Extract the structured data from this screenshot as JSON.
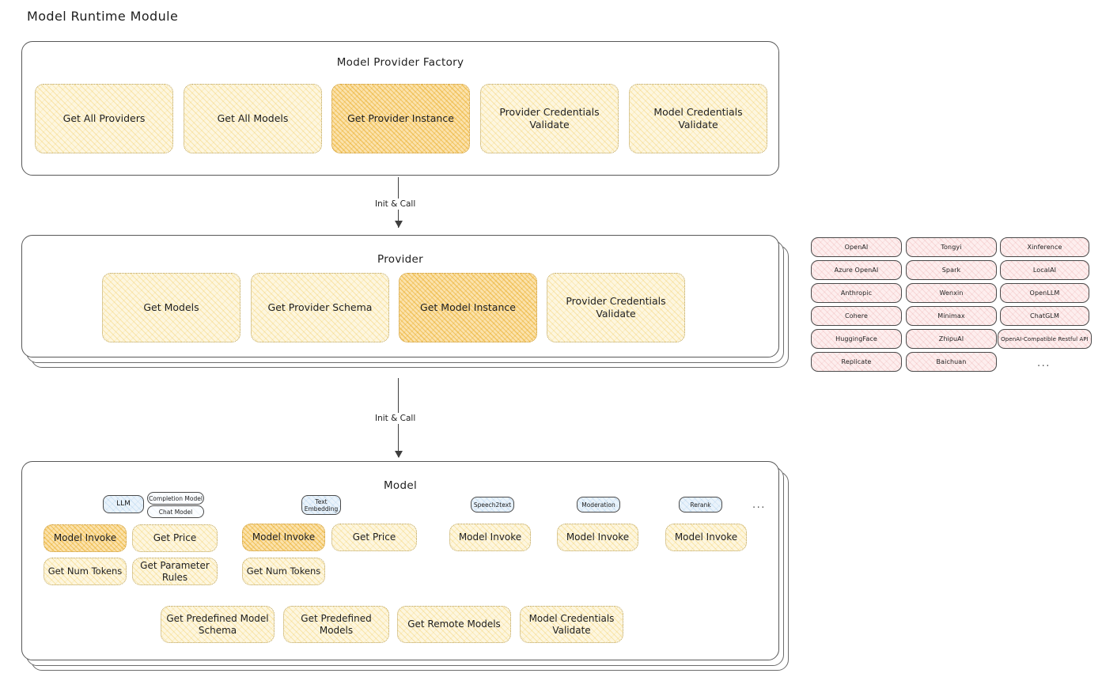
{
  "page": {
    "title": "Model Runtime Module"
  },
  "factory": {
    "title": "Model Provider Factory",
    "ops": [
      {
        "label": "Get All Providers",
        "highlight": false
      },
      {
        "label": "Get All Models",
        "highlight": false
      },
      {
        "label": "Get Provider Instance",
        "highlight": true
      },
      {
        "label": "Provider Credentials Validate",
        "highlight": false
      },
      {
        "label": "Model Credentials Validate",
        "highlight": false
      }
    ]
  },
  "arrows": [
    {
      "label": "Init & Call"
    },
    {
      "label": "Init & Call"
    }
  ],
  "provider": {
    "title": "Provider",
    "ops": [
      {
        "label": "Get Models",
        "highlight": false
      },
      {
        "label": "Get Provider Schema",
        "highlight": false
      },
      {
        "label": "Get Model Instance",
        "highlight": true
      },
      {
        "label": "Provider Credentials Validate",
        "highlight": false
      }
    ]
  },
  "provider_list": {
    "columns": [
      [
        "OpenAI",
        "Azure OpenAI",
        "Anthropic",
        "Cohere",
        "HuggingFace",
        "Replicate"
      ],
      [
        "Tongyi",
        "Spark",
        "Wenxin",
        "Minimax",
        "ZhipuAI",
        "Baichuan"
      ],
      [
        "Xinference",
        "LocalAI",
        "OpenLLM",
        "ChatGLM",
        "OpenAI-Compatible Restful API"
      ]
    ],
    "more": "..."
  },
  "model": {
    "title": "Model",
    "more": "...",
    "types": [
      {
        "name": "LLM",
        "subtypes": [
          "Completion Model",
          "Chat Model"
        ],
        "ops": [
          {
            "label": "Model Invoke",
            "highlight": true
          },
          {
            "label": "Get Price",
            "highlight": false
          },
          {
            "label": "Get Num Tokens",
            "highlight": false
          },
          {
            "label": "Get Parameter Rules",
            "highlight": false
          }
        ]
      },
      {
        "name": "Text Embedding",
        "subtypes": [],
        "ops": [
          {
            "label": "Model Invoke",
            "highlight": true
          },
          {
            "label": "Get Price",
            "highlight": false
          },
          {
            "label": "Get Num Tokens",
            "highlight": false
          }
        ]
      },
      {
        "name": "Speech2text",
        "subtypes": [],
        "ops": [
          {
            "label": "Model Invoke",
            "highlight": false
          }
        ]
      },
      {
        "name": "Moderation",
        "subtypes": [],
        "ops": [
          {
            "label": "Model Invoke",
            "highlight": false
          }
        ]
      },
      {
        "name": "Rerank",
        "subtypes": [],
        "ops": [
          {
            "label": "Model Invoke",
            "highlight": false
          }
        ]
      }
    ],
    "common_ops": [
      {
        "label": "Get Predefined Model Schema"
      },
      {
        "label": "Get Predefined Models"
      },
      {
        "label": "Get Remote Models"
      },
      {
        "label": "Model Credentials Validate"
      }
    ]
  },
  "colors": {
    "op_fill": "#fdf6df",
    "op_fill_strong": "#fbe2ac",
    "provider_chip_fill": "#fdeeee",
    "type_chip_fill": "#eaf3fb",
    "stroke": "#1e1e1e"
  }
}
